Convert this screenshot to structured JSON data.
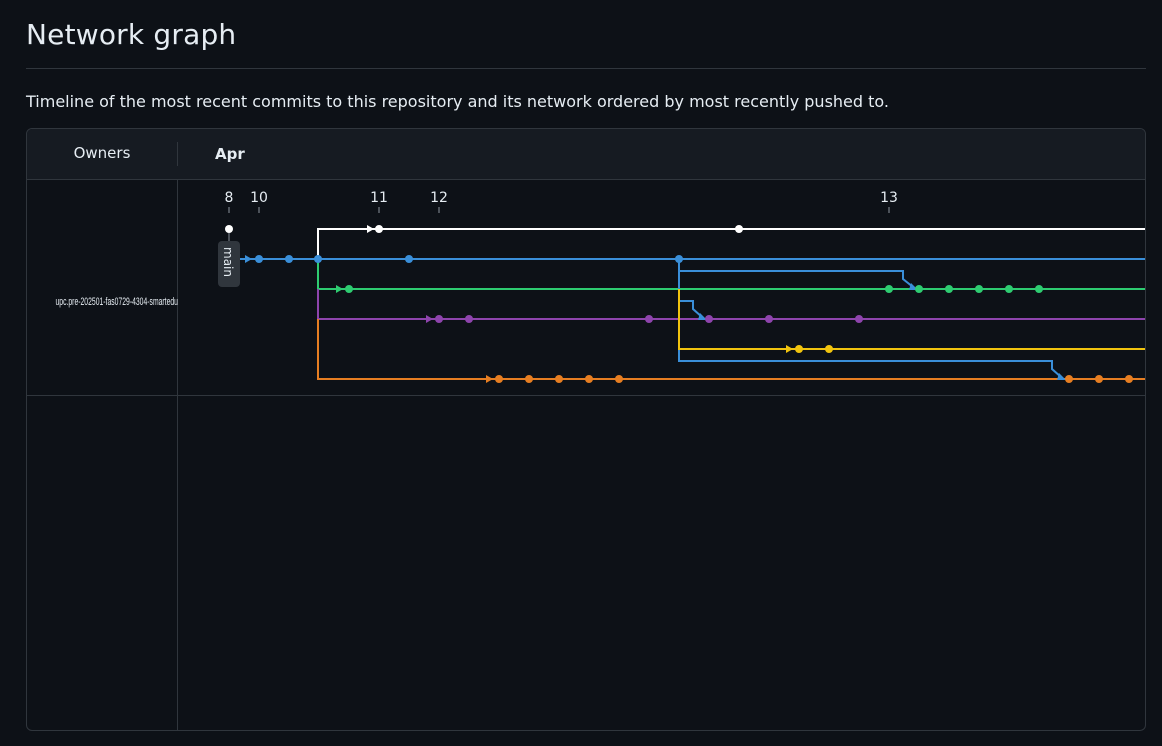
{
  "page": {
    "title": "Network graph",
    "subtitle": "Timeline of the most recent commits to this repository and its network ordered by most recently pushed to."
  },
  "graph": {
    "owners_header": "Owners",
    "month": "Apr",
    "days": [
      "8",
      "10",
      "11",
      "12",
      "13"
    ],
    "owner": "upc.pre-202501-fas0729-4304-smartedu",
    "branch_label": "main"
  },
  "colors": {
    "white": "#ffffff",
    "blue": "#3a8fd9",
    "green": "#2ecc71",
    "purple": "#8e44ad",
    "yellow": "#f1c40f",
    "orange": "#e67e22",
    "tag_bg": "#30363d"
  }
}
